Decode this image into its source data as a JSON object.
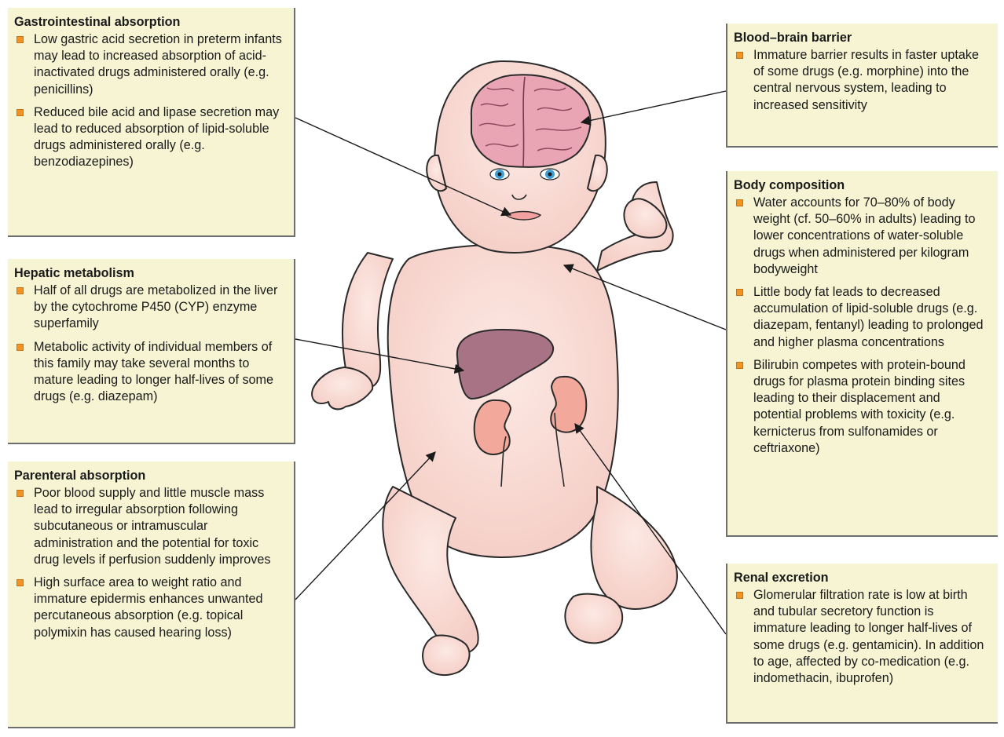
{
  "colors": {
    "box_fill": "#f6f4d3",
    "box_border": "#6d6d6d",
    "bullet": "#f29424",
    "skin": "#f9dcd6",
    "outline": "#2a2a2a",
    "liver": "#a87384",
    "kidney": "#f2a89a",
    "brain": "#e9a5b4",
    "eyes": "#3f9fd6"
  },
  "boxes": {
    "gastrointestinal": {
      "title": "Gastrointestinal absorption",
      "items": [
        "Low gastric acid secretion in preterm infants may lead to increased absorption of acid-inactivated drugs administered orally (e.g. penicillins)",
        "Reduced bile acid and lipase secretion may lead to reduced absorption of lipid-soluble drugs administered orally (e.g. benzodiazepines)"
      ]
    },
    "hepatic": {
      "title": "Hepatic metabolism",
      "items": [
        "Half of all drugs are metabolized in the liver by the cytochrome P450 (CYP) enzyme superfamily",
        "Metabolic activity of individual members of this family may take several months to mature leading to longer half-lives of some drugs (e.g. diazepam)"
      ]
    },
    "parenteral": {
      "title": "Parenteral absorption",
      "items": [
        "Poor blood supply and little muscle mass lead to irregular absorption following subcutaneous or intramuscular administration and the potential for toxic drug levels if perfusion suddenly improves",
        "High surface area to weight ratio and immature epidermis enhances unwanted percutaneous absorption (e.g. topical polymixin has caused hearing loss)"
      ]
    },
    "bbb": {
      "title": "Blood–brain barrier",
      "items": [
        "Immature barrier results in faster uptake of some drugs (e.g. morphine) into the central nervous system, leading to increased sensitivity"
      ]
    },
    "body": {
      "title": "Body composition",
      "items": [
        "Water accounts for 70–80% of body weight (cf. 50–60% in adults) leading to lower concentrations of water-soluble drugs when administered per kilogram bodyweight",
        "Little body fat leads to decreased accumulation of lipid-soluble drugs (e.g. diazepam, fentanyl) leading to prolonged and higher plasma concentrations",
        "Bilirubin competes with protein-bound drugs for plasma protein binding sites leading to their displacement and potential problems with toxicity (e.g. kernicterus from sulfonamides or ceftriaxone)"
      ]
    },
    "renal": {
      "title": "Renal excretion",
      "items": [
        "Glomerular filtration rate is low at birth and tubular secretory function is immature leading to longer half-lives of some drugs (e.g. gentamicin). In addition to age, affected by co-medication (e.g. indomethacin, ibuprofen)"
      ]
    }
  }
}
